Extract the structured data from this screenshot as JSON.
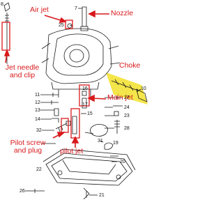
{
  "colors": {
    "annotation": "#d8191c",
    "line_art": "#1a1a1a",
    "highlight_box": "#d8191c",
    "choke_highlight": "#f2e02a"
  },
  "annotations": {
    "air_jet": "Air jet",
    "nozzle": "Nozzle",
    "jet_needle_line1": "Jet needle",
    "jet_needle_line2": "and clip",
    "choke": "Choke",
    "main_jet": "Main jet",
    "pilot_screw_line1": "Pilot screw",
    "pilot_screw_line2": "and plug",
    "pilot_jet": "pilot jet"
  },
  "part_numbers": {
    "n8": "8",
    "n7": "7",
    "n25": "25",
    "n10": "10",
    "n11": "11",
    "n12": "12",
    "n13": "13",
    "n14": "14",
    "n16": "16",
    "n17": "17",
    "n15": "15",
    "n27": "27",
    "n24": "24",
    "n23": "23",
    "n28": "28",
    "n32": "32",
    "n31": "31",
    "n22": "22",
    "n19": "19",
    "n20": "20",
    "n26": "26",
    "n21": "21"
  }
}
